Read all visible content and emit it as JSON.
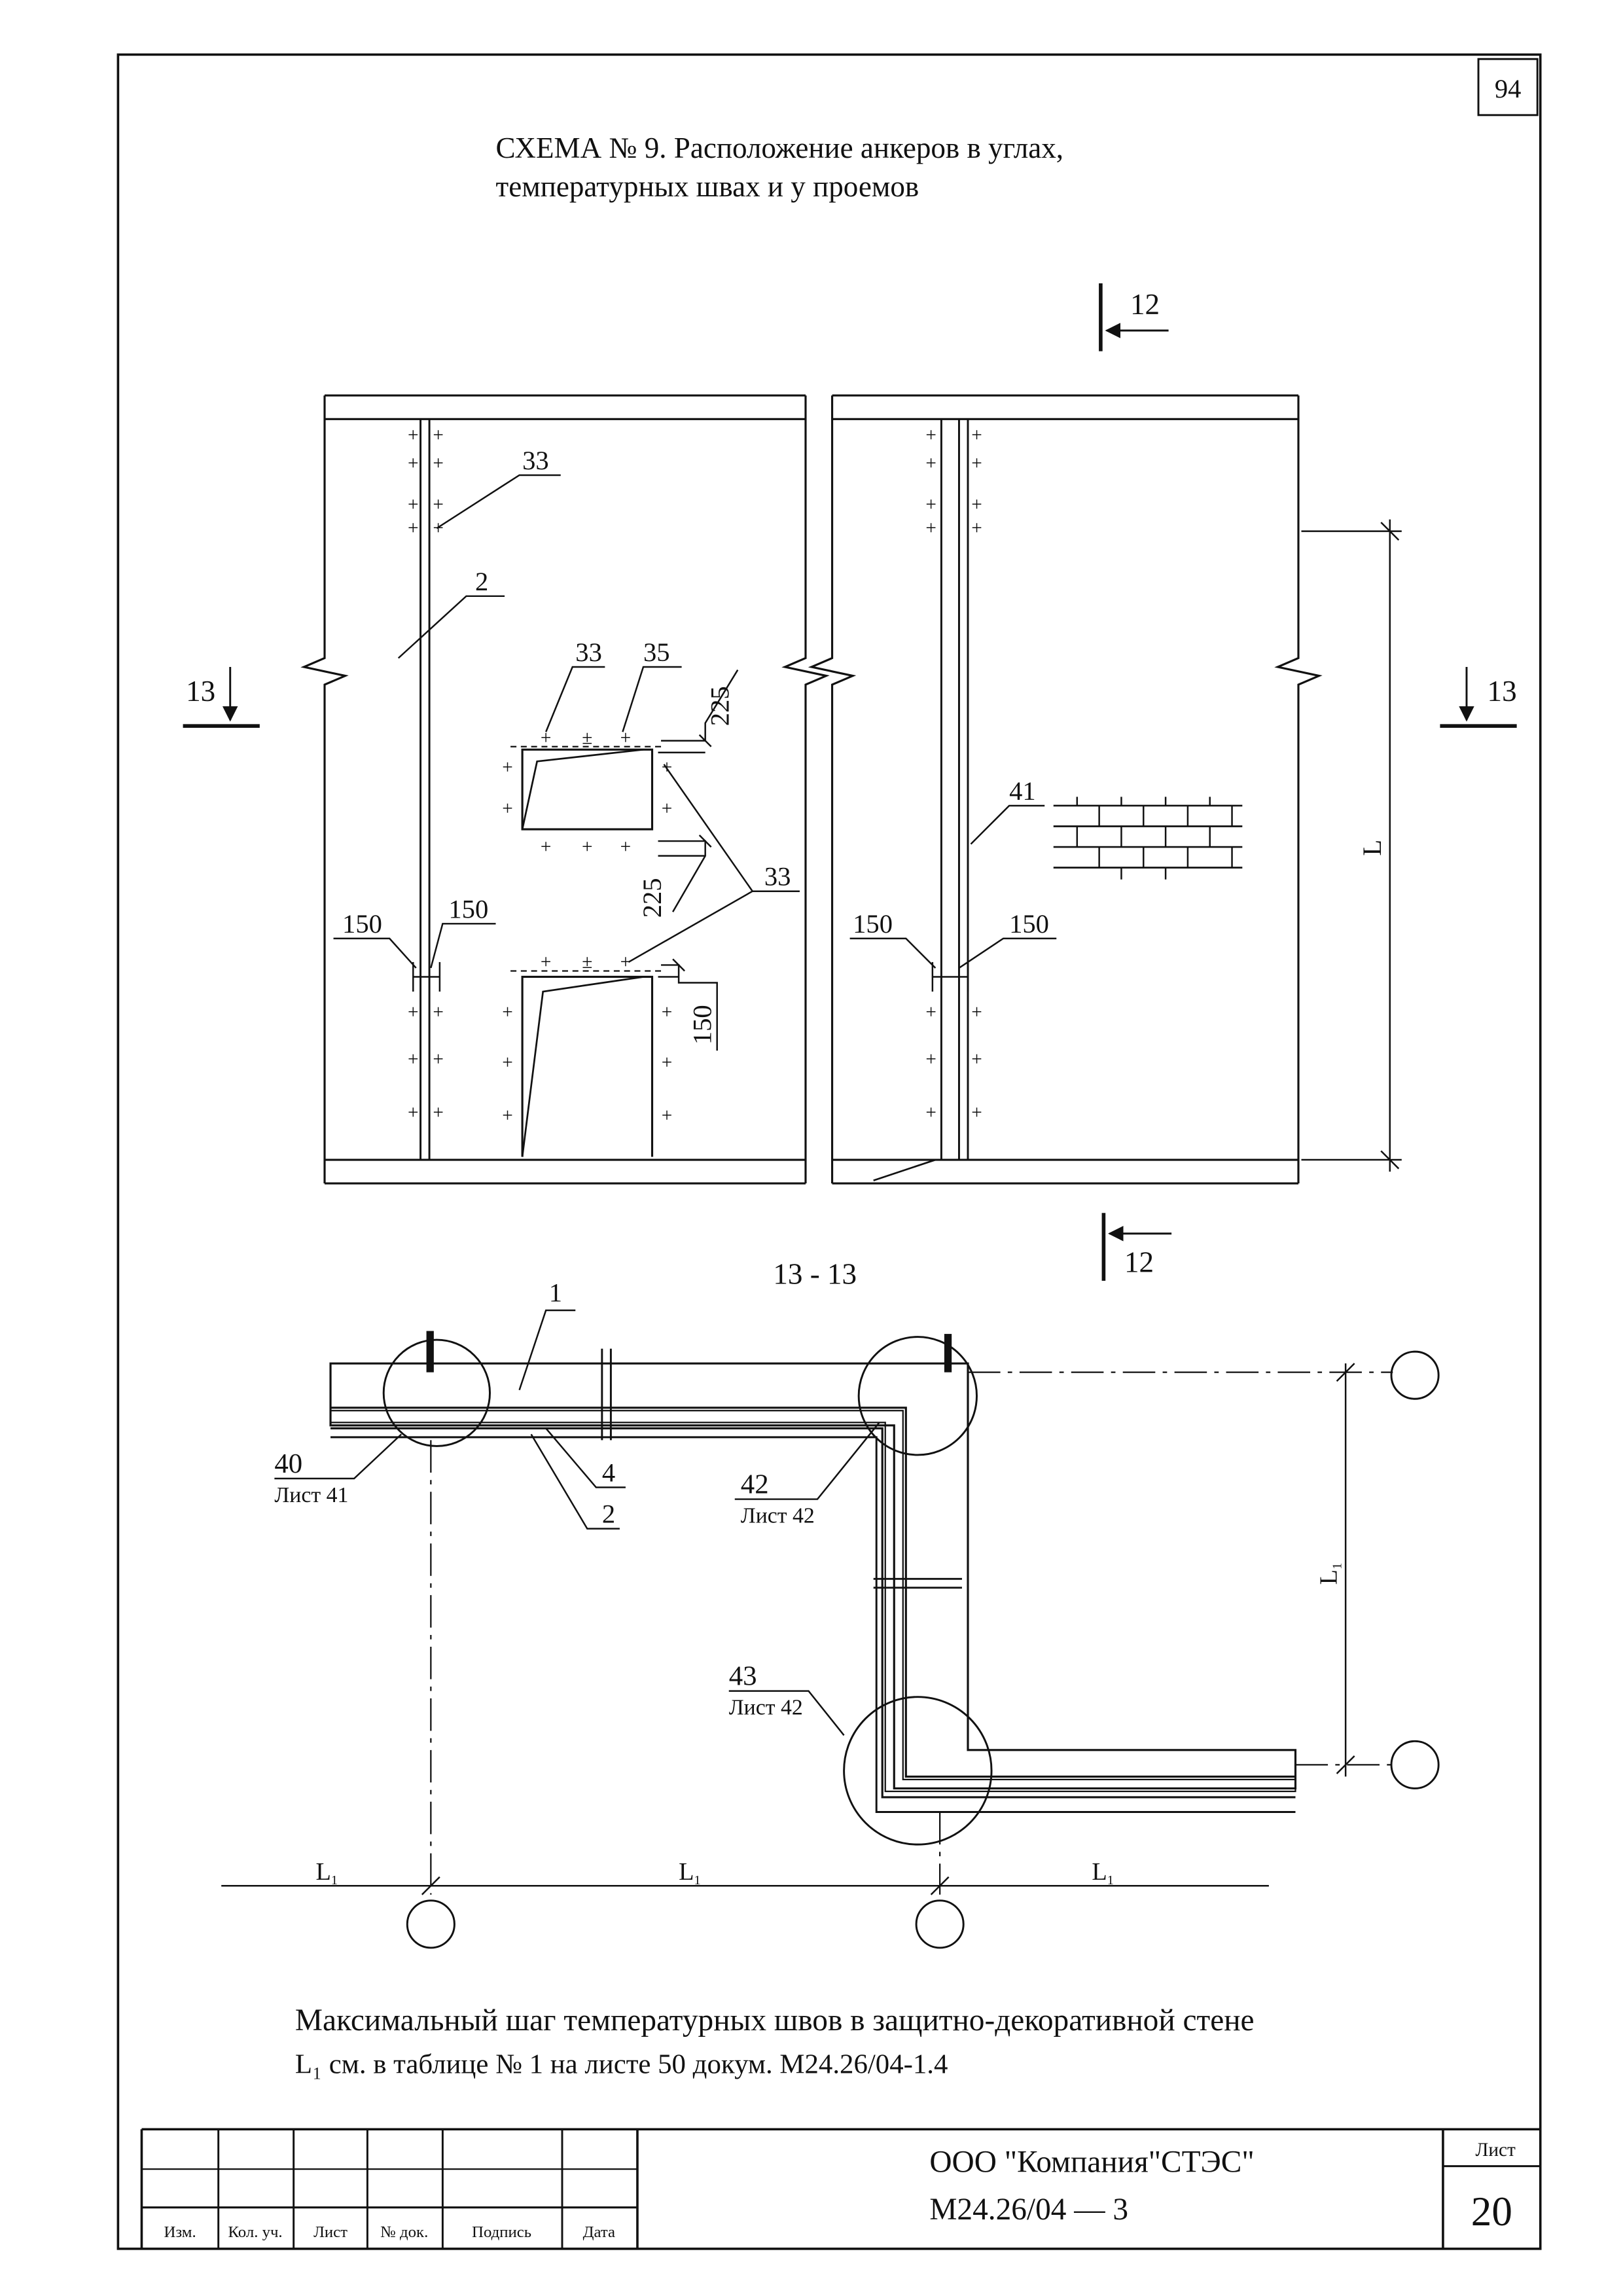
{
  "header": {
    "page_number": "94",
    "title_line1": "СХЕМА № 9. Расположение анкеров в углах,",
    "title_line2": "температурных швах и у проемов"
  },
  "elevation": {
    "section_12": "12",
    "section_13": "13",
    "callouts": {
      "c33_top": "33",
      "c2": "2",
      "c33_mid": "33",
      "c35": "35",
      "c225_top": "225",
      "c225_bot": "225",
      "c33_right": "33",
      "c41": "41",
      "c150_l1": "150",
      "c150_l2": "150",
      "c150_v": "150",
      "c150_r1": "150",
      "c150_r2": "150",
      "dim_L": "L"
    }
  },
  "section_view": {
    "label": "13 - 13",
    "callouts": {
      "c1": "1",
      "c4": "4",
      "c2": "2",
      "c40": "40",
      "c40_sheet": "Лист 41",
      "c42": "42",
      "c42_sheet": "Лист 42",
      "c43": "43",
      "c43_sheet": "Лист 42",
      "L1_vertical": "L",
      "L1_left": "L",
      "L1_mid": "L",
      "L1_right": "L",
      "sub": "1"
    }
  },
  "notes": {
    "line1": "Максимальный шаг температурных швов в защитно-декоративной стене",
    "line2": "L₁ см. в таблице № 1 на листе 50 докум. М24.26/04-1.4"
  },
  "title_block": {
    "columns": [
      "Изм.",
      "Кол. уч.",
      "Лист",
      "№ док.",
      "Подпись",
      "Дата"
    ],
    "company": "ООО \"Компания\"СТЭС\"",
    "doc_code": "М24.26/04 — 3",
    "sheet_label": "Лист",
    "sheet_number": "20"
  }
}
